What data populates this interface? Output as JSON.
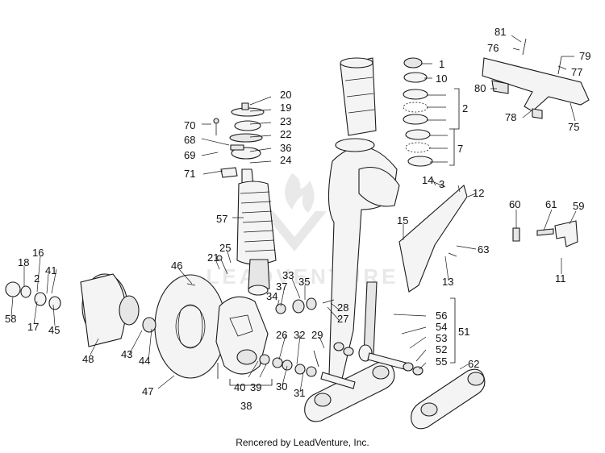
{
  "diagram": {
    "footer": "Rencered by LeadVenture, Inc.",
    "watermark": "LEADVENTURE",
    "callouts": [
      {
        "id": "c1",
        "text": "1"
      },
      {
        "id": "c10",
        "text": "10"
      },
      {
        "id": "c2",
        "text": "2"
      },
      {
        "id": "c7",
        "text": "7"
      },
      {
        "id": "c81",
        "text": "81"
      },
      {
        "id": "c76",
        "text": "76"
      },
      {
        "id": "c79",
        "text": "79"
      },
      {
        "id": "c77",
        "text": "77"
      },
      {
        "id": "c80",
        "text": "80"
      },
      {
        "id": "c78",
        "text": "78"
      },
      {
        "id": "c75",
        "text": "75"
      },
      {
        "id": "c20",
        "text": "20"
      },
      {
        "id": "c19",
        "text": "19"
      },
      {
        "id": "c23",
        "text": "23"
      },
      {
        "id": "c22",
        "text": "22"
      },
      {
        "id": "c70",
        "text": "70"
      },
      {
        "id": "c68",
        "text": "68"
      },
      {
        "id": "c36",
        "text": "36"
      },
      {
        "id": "c69",
        "text": "69"
      },
      {
        "id": "c24",
        "text": "24"
      },
      {
        "id": "c71",
        "text": "71"
      },
      {
        "id": "c57",
        "text": "57"
      },
      {
        "id": "c14",
        "text": "14"
      },
      {
        "id": "c3",
        "text": "3"
      },
      {
        "id": "c12",
        "text": "12"
      },
      {
        "id": "c15",
        "text": "15"
      },
      {
        "id": "c63",
        "text": "63"
      },
      {
        "id": "c13",
        "text": "13"
      },
      {
        "id": "c60",
        "text": "60"
      },
      {
        "id": "c61",
        "text": "61"
      },
      {
        "id": "c59",
        "text": "59"
      },
      {
        "id": "c11",
        "text": "11"
      },
      {
        "id": "c16",
        "text": "16"
      },
      {
        "id": "c18",
        "text": "18"
      },
      {
        "id": "c41",
        "text": "41"
      },
      {
        "id": "c2b",
        "text": "2"
      },
      {
        "id": "c58",
        "text": "58"
      },
      {
        "id": "c17",
        "text": "17"
      },
      {
        "id": "c45",
        "text": "45"
      },
      {
        "id": "c48",
        "text": "48"
      },
      {
        "id": "c46",
        "text": "46"
      },
      {
        "id": "c21",
        "text": "21"
      },
      {
        "id": "c25",
        "text": "25"
      },
      {
        "id": "c33",
        "text": "33"
      },
      {
        "id": "c37",
        "text": "37"
      },
      {
        "id": "c35",
        "text": "35"
      },
      {
        "id": "c34",
        "text": "34"
      },
      {
        "id": "c28",
        "text": "28"
      },
      {
        "id": "c27",
        "text": "27"
      },
      {
        "id": "c43",
        "text": "43"
      },
      {
        "id": "c44",
        "text": "44"
      },
      {
        "id": "c47",
        "text": "47"
      },
      {
        "id": "c40",
        "text": "40"
      },
      {
        "id": "c39",
        "text": "39"
      },
      {
        "id": "c38",
        "text": "38"
      },
      {
        "id": "c26",
        "text": "26"
      },
      {
        "id": "c32",
        "text": "32"
      },
      {
        "id": "c29",
        "text": "29"
      },
      {
        "id": "c30",
        "text": "30"
      },
      {
        "id": "c31",
        "text": "31"
      },
      {
        "id": "c56",
        "text": "56"
      },
      {
        "id": "c54",
        "text": "54"
      },
      {
        "id": "c53",
        "text": "53"
      },
      {
        "id": "c51",
        "text": "51"
      },
      {
        "id": "c52",
        "text": "52"
      },
      {
        "id": "c55",
        "text": "55"
      },
      {
        "id": "c62",
        "text": "62"
      }
    ]
  }
}
